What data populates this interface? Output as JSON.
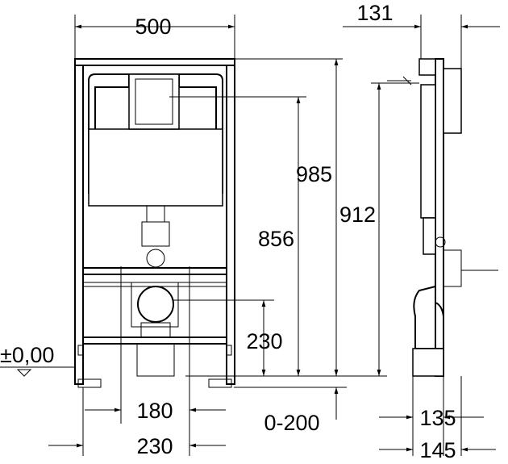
{
  "drawing": {
    "dimensions": {
      "width_frame": "500",
      "depth_top": "131",
      "height_total": "985",
      "height_side": "912",
      "height_flush": "856",
      "height_outlet": "230",
      "floor_level": "±0,00",
      "pipe_spacing": "180",
      "leg_adjust": "0-200",
      "bottom_spacing": "230",
      "depth_135": "135",
      "depth_145": "145"
    }
  }
}
